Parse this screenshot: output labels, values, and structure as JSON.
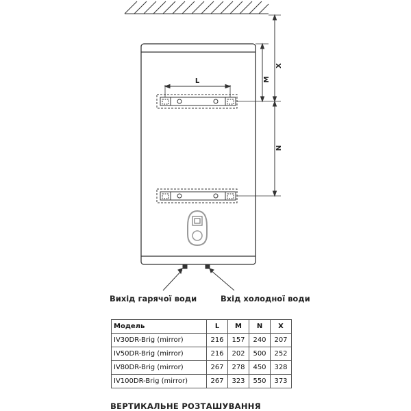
{
  "labels": {
    "dim_x": "X",
    "dim_m": "M",
    "dim_n": "N",
    "dim_l": "L",
    "hot_outlet": "Вихід гарячої води",
    "cold_inlet": "Вхід холодної води"
  },
  "table": {
    "headers": [
      "Модель",
      "L",
      "M",
      "N",
      "X"
    ],
    "rows": [
      [
        "IV30DR-Brig (mirror)",
        "216",
        "157",
        "240",
        "207"
      ],
      [
        "IV50DR-Brig (mirror)",
        "216",
        "202",
        "500",
        "252"
      ],
      [
        "IV80DR-Brig (mirror)",
        "267",
        "278",
        "450",
        "328"
      ],
      [
        "IV100DR-Brig (mirror)",
        "267",
        "323",
        "550",
        "373"
      ]
    ]
  },
  "caption": "ВЕРТИКАЛЬНЕ РОЗТАШУВАННЯ",
  "colors": {
    "line": "#222222",
    "heater_fill": "#ffffff",
    "heater_stroke": "#333333"
  }
}
